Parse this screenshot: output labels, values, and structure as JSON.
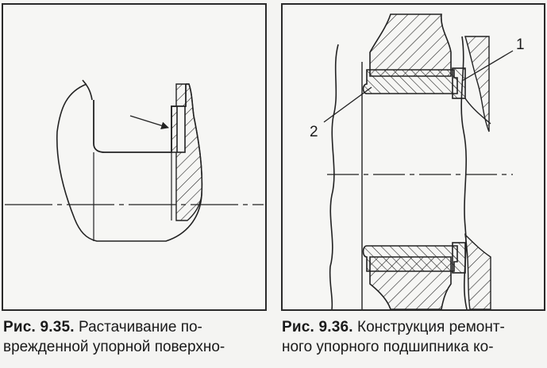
{
  "figures": [
    {
      "number": "Рис. 9.35.",
      "caption_line1": "Растачивание по-",
      "caption_line2": "врежденной упорной поверхно-"
    },
    {
      "number": "Рис. 9.36.",
      "caption_line1": "Конструкция ремонт-",
      "caption_line2": "ного упорного подшипника ко-",
      "callouts": [
        "1",
        "2"
      ]
    }
  ]
}
